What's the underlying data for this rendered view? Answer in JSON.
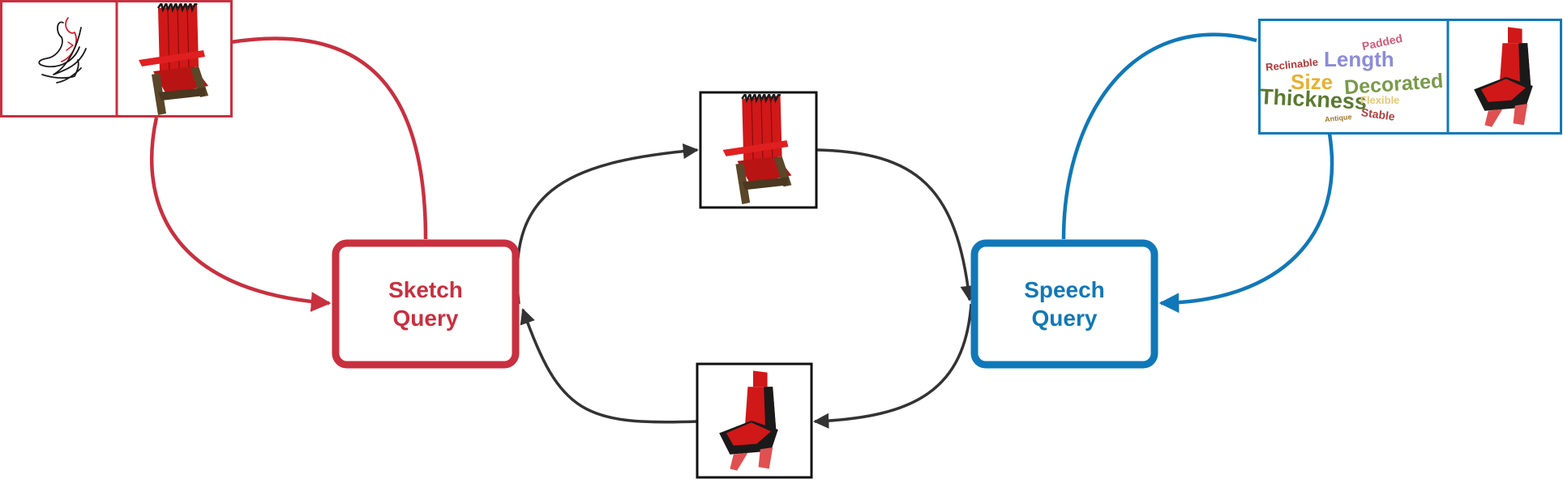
{
  "colors": {
    "sketch": "#c8303f",
    "speech": "#1078b8",
    "flow": "#333333",
    "chair_red": "#d01818",
    "chair_dark": "#1a1a1a",
    "chair_wood": "#5a4628"
  },
  "nodes": {
    "sketch_query": {
      "line1": "Sketch",
      "line2": "Query"
    },
    "speech_query": {
      "line1": "Speech",
      "line2": "Query"
    }
  },
  "word_cloud": {
    "words": [
      {
        "text": "Padded",
        "color": "#d05a7a"
      },
      {
        "text": "Reclinable",
        "color": "#b03838"
      },
      {
        "text": "Length",
        "color": "#8c8cd8"
      },
      {
        "text": "Size",
        "color": "#e8b030"
      },
      {
        "text": "Decorated",
        "color": "#7a9a4a"
      },
      {
        "text": "Thickness",
        "color": "#5a7a30"
      },
      {
        "text": "Flexible",
        "color": "#e8c87a"
      },
      {
        "text": "Stable",
        "color": "#b04040"
      },
      {
        "text": "Antique",
        "color": "#a07830"
      }
    ]
  }
}
